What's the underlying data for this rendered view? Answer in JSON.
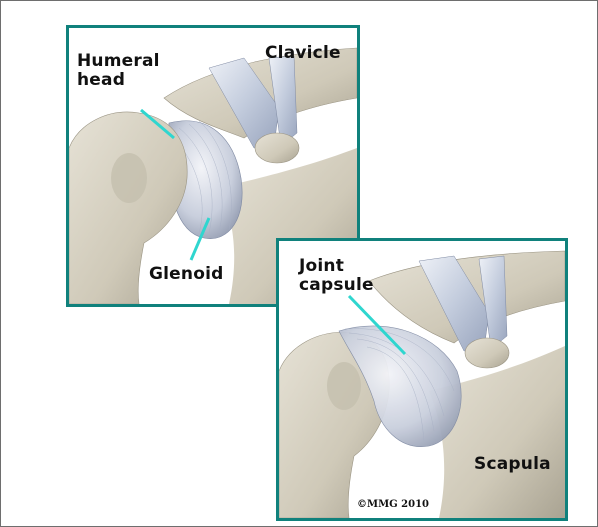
{
  "panel_top": {
    "labels": {
      "humeral_line1": "Humeral",
      "humeral_line2": "head",
      "clavicle": "Clavicle",
      "glenoid": "Glenoid"
    }
  },
  "panel_bottom": {
    "labels": {
      "joint_line1": "Joint",
      "joint_line2": "capsule",
      "scapula": "Scapula"
    },
    "copyright": "©MMG 2010"
  },
  "colors": {
    "frame": "#10817c",
    "pointer": "#2fd6cf",
    "bone": "#d7d2c2",
    "ligament": "#b9c3d6"
  }
}
